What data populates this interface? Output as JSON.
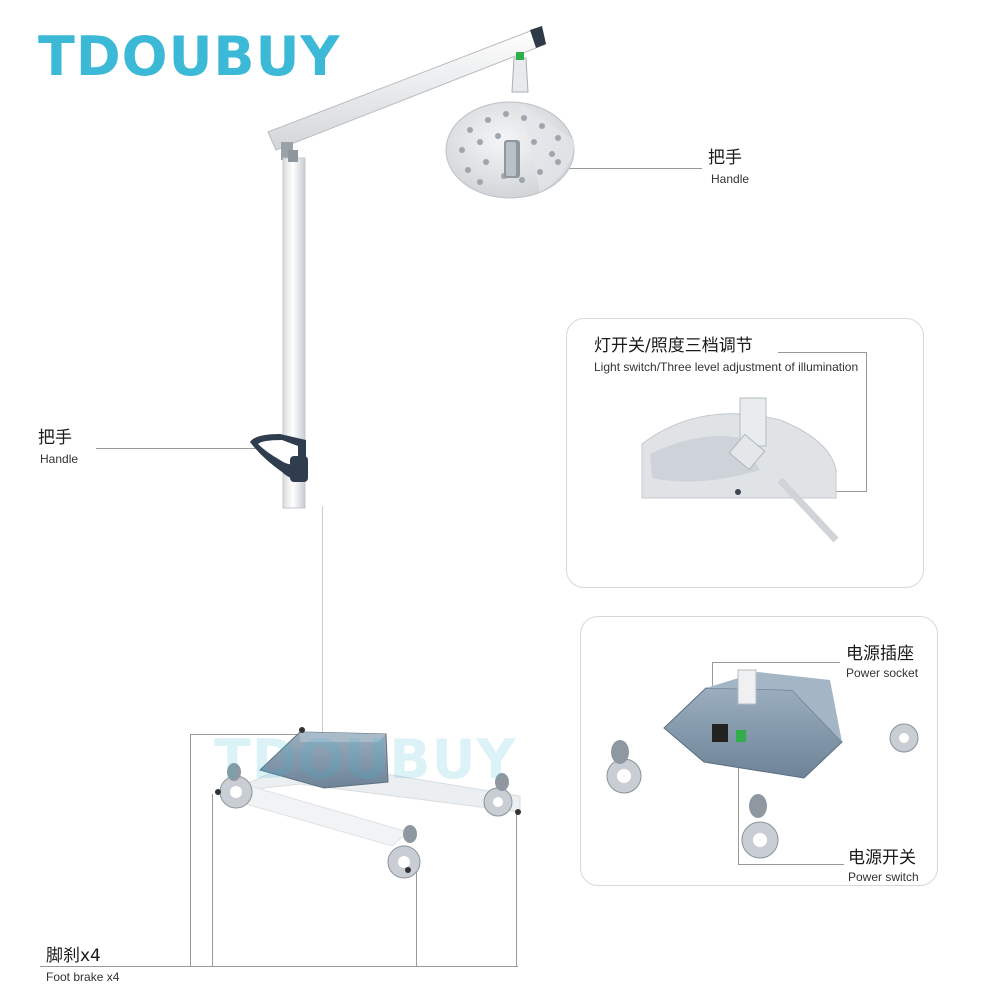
{
  "brand": {
    "name": "TDOUBUY",
    "color": "#3cb9d6"
  },
  "labels": {
    "handle_top": {
      "zh": "把手",
      "en": "Handle"
    },
    "handle_pole": {
      "zh": "把手",
      "en": "Handle"
    },
    "light_switch": {
      "zh": "灯开关/照度三档调节",
      "en": "Light switch/Three level adjustment of illumination"
    },
    "power_socket": {
      "zh": "电源插座",
      "en": "Power socket"
    },
    "power_switch": {
      "zh": "电源开关",
      "en": "Power switch"
    },
    "foot_brake": {
      "zh": "脚刹x4",
      "en": "Foot brake x4"
    }
  },
  "watermark": "TDOUBUY",
  "colors": {
    "frame": "#f2f3f4",
    "base": "#7f95a8",
    "wheel": "#c9ced4",
    "accent_green": "#2fae4a"
  }
}
